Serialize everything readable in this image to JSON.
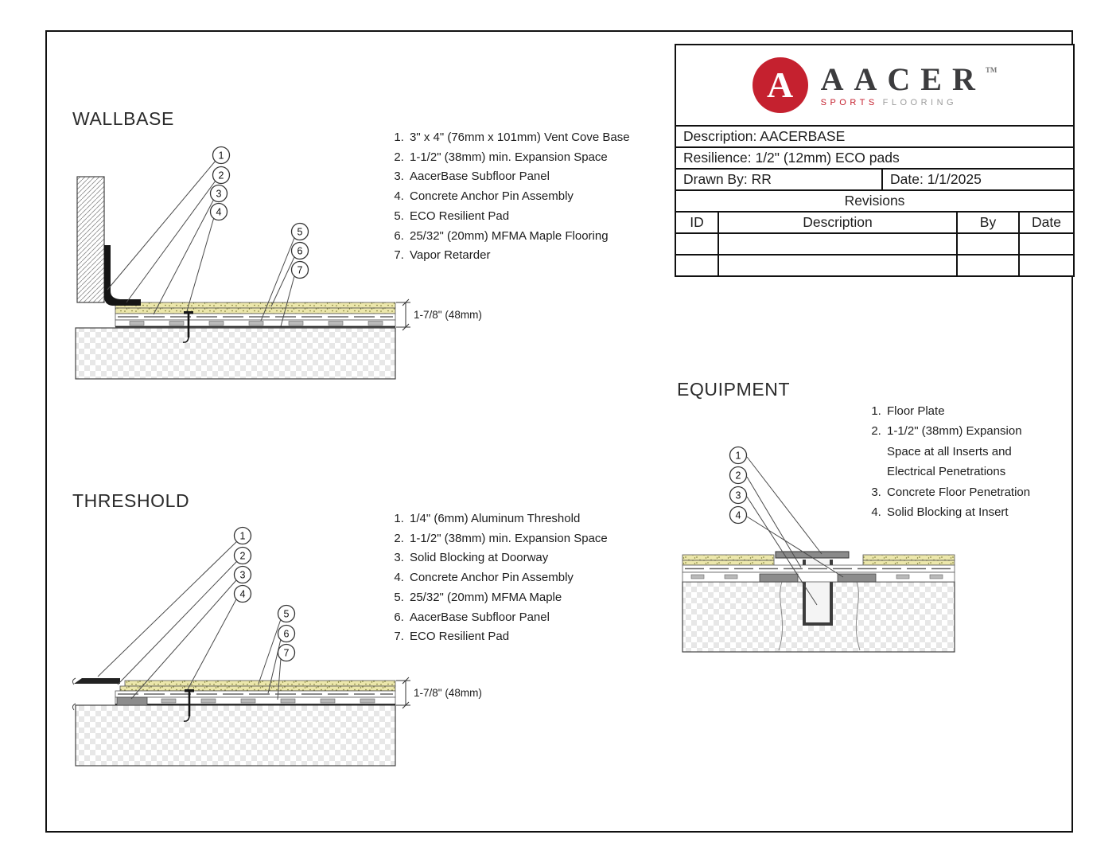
{
  "title_block": {
    "logo": {
      "letter": "A",
      "brand": "AACER",
      "tm": "TM",
      "tagline_sports": "SPORTS",
      "tagline_flooring": "FLOORING",
      "accent_color": "#c5212f"
    },
    "description": "Description: AACERBASE",
    "resilience": "Resilience: 1/2\" (12mm) ECO pads",
    "drawn_by": "Drawn By: RR",
    "date": "Date: 1/1/2025",
    "revisions_title": "Revisions",
    "rev_headers": [
      "ID",
      "Description",
      "By",
      "Date"
    ]
  },
  "callout_numbers": [
    "1",
    "2",
    "3",
    "4",
    "5",
    "6",
    "7"
  ],
  "wallbase": {
    "title": "WALLBASE",
    "dimension": "1-7/8\" (48mm)",
    "items": [
      "3\" x 4\" (76mm x 101mm) Vent Cove Base",
      "1-1/2\" (38mm) min. Expansion Space",
      "AacerBase Subfloor Panel",
      "Concrete Anchor Pin Assembly",
      "ECO Resilient Pad",
      "25/32\" (20mm) MFMA Maple Flooring",
      "Vapor Retarder"
    ]
  },
  "threshold": {
    "title": "THRESHOLD",
    "dimension": "1-7/8\" (48mm)",
    "items": [
      "1/4\" (6mm) Aluminum Threshold",
      "1-1/2\" (38mm) min. Expansion Space",
      "Solid Blocking at Doorway",
      "Concrete Anchor Pin Assembly",
      "25/32\" (20mm) MFMA Maple",
      "AacerBase Subfloor Panel",
      "ECO Resilient Pad"
    ]
  },
  "equipment": {
    "title": "EQUIPMENT",
    "items": [
      "Floor Plate",
      "1-1/2\" (38mm) Expansion Space at all Inserts and Electrical Penetrations",
      "Concrete Floor Penetration",
      "Solid Blocking at Insert"
    ]
  }
}
